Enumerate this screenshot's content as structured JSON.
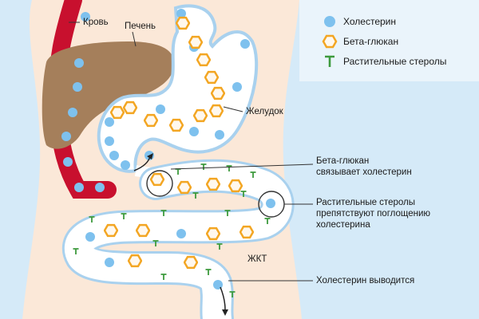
{
  "legend": {
    "cholesterol": "Холестерин",
    "beta_glucan": "Бета-глюкан",
    "plant_sterols": "Растительные стеролы"
  },
  "labels": {
    "blood": "Кровь",
    "liver": "Печень",
    "stomach": "Желудок",
    "gi_tract": "ЖКТ"
  },
  "callouts": {
    "beta_glucan_binds": "Бета-глюкан\nсвязывает холестерин",
    "sterols_block": "Растительные стеролы\nпрепятствуют поглощению\nхолестерина",
    "cholesterol_excreted": "Холестерин выводится"
  },
  "colors": {
    "background": "#d5eaf8",
    "body": "#fbe8d8",
    "legend_panel": "#eaf4fb",
    "blood_vessel": "#c8102e",
    "liver": "#a57f5b",
    "stomach_wall": "#a9d1ee",
    "cholesterol": "#7ec1ee",
    "beta_glucan": "#f3a623",
    "plant_sterol": "#3d9a3d"
  }
}
